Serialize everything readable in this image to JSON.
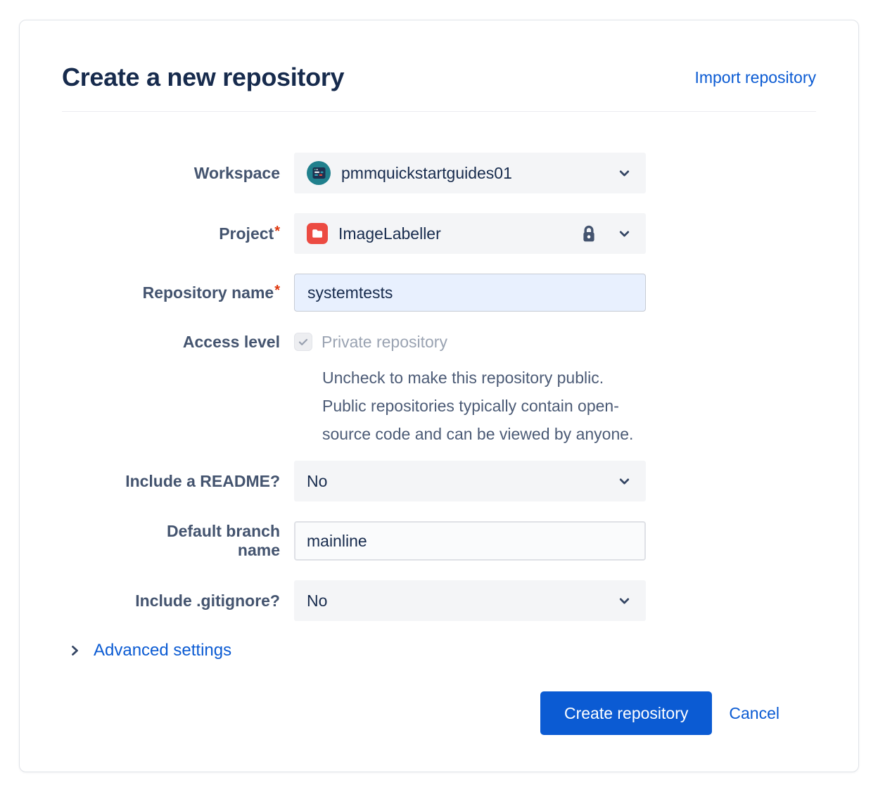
{
  "dialog": {
    "title": "Create a new repository",
    "import_link": "Import repository"
  },
  "form": {
    "workspace": {
      "label": "Workspace",
      "value": "pmmquickstartguides01"
    },
    "project": {
      "label": "Project",
      "required_marker": "*",
      "value": "ImageLabeller"
    },
    "repository_name": {
      "label": "Repository name",
      "required_marker": "*",
      "value": "systemtests"
    },
    "access_level": {
      "label": "Access level",
      "checkbox_label": "Private repository",
      "checkbox_checked": true,
      "help_text": "Uncheck to make this repository public. Public repositories typically contain open-source code and can be viewed by anyone."
    },
    "include_readme": {
      "label": "Include a README?",
      "value": "No"
    },
    "default_branch": {
      "label": "Default branch name",
      "value": "mainline"
    },
    "include_gitignore": {
      "label": "Include .gitignore?",
      "value": "No"
    },
    "advanced_settings": {
      "label": "Advanced settings"
    }
  },
  "actions": {
    "create_label": "Create repository",
    "cancel_label": "Cancel"
  },
  "icons": {
    "workspace_avatar": "workspace-avatar",
    "project_avatar": "project-folder-icon",
    "lock": "lock-icon",
    "chevron_down": "chevron-down-icon",
    "chevron_right": "chevron-right-icon",
    "checkmark": "checkmark-icon"
  },
  "colors": {
    "accent_blue": "#0B5BD3",
    "title_navy": "#172B4D",
    "label_slate": "#44546F",
    "required_red": "#DE350B",
    "workspace_avatar_teal": "#20808D",
    "project_icon_red": "#EC4B42",
    "field_gray": "#F4F5F7",
    "repo_input_fill": "#E8F0FE",
    "disabled_text": "#9AA3B2"
  }
}
